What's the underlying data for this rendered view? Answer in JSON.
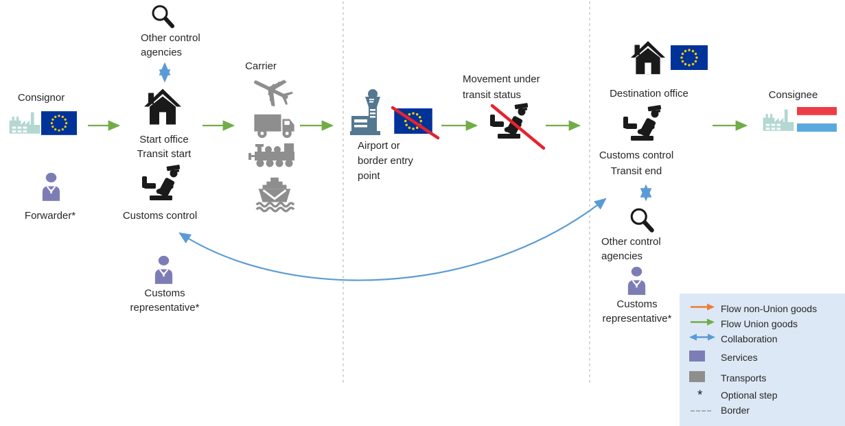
{
  "nodes": {
    "consignor": {
      "label": "Consignor"
    },
    "other_control_agencies_start": {
      "label": "Other control agencies"
    },
    "start_office": {
      "line1": "Start office",
      "line2": "Transit start"
    },
    "forwarder": {
      "label": "Forwarder*"
    },
    "customs_control_start": {
      "label": "Customs control"
    },
    "customs_representative_start": {
      "label": "Customs representative*"
    },
    "carrier": {
      "label": "Carrier"
    },
    "airport": {
      "label": "Airport or border entry point"
    },
    "movement": {
      "label": "Movement under transit status"
    },
    "destination_office": {
      "label": "Destination office"
    },
    "customs_control_end": {
      "line1": "Customs control",
      "line2": "Transit end"
    },
    "other_control_agencies_end": {
      "label": "Other control agencies"
    },
    "customs_representative_end": {
      "label": "Customs representative*"
    },
    "consignee": {
      "label": "Consignee"
    }
  },
  "legend": {
    "asterisk": "*",
    "items": [
      {
        "symbol": "arrow-orange",
        "label": "Flow non-Union goods"
      },
      {
        "symbol": "arrow-green",
        "label": "Flow Union goods"
      },
      {
        "symbol": "arrow-blue-double",
        "label": "Collaboration"
      },
      {
        "symbol": "square-purple",
        "label": "Services"
      },
      {
        "symbol": "square-gray",
        "label": "Transports"
      },
      {
        "symbol": "asterisk",
        "label": "Optional step"
      },
      {
        "symbol": "dashed-line",
        "label": "Border"
      }
    ]
  },
  "colors": {
    "flow_non_union": "#ED7D31",
    "flow_union": "#70AD47",
    "collaboration": "#5B9BD5",
    "services": "#7D7DB6",
    "transports": "#8E8E8E",
    "eu_flag_blue": "#003399",
    "eu_flag_stars": "#FFCC00",
    "factory": "#B3D7D1",
    "airport_icon": "#53788F",
    "prohibition_red": "#E5232E",
    "legend_bg": "#DCE8F5",
    "border_line": "#C9C9C9",
    "lux_red": "#EE3C46",
    "lux_blue": "#5AA9DC"
  }
}
